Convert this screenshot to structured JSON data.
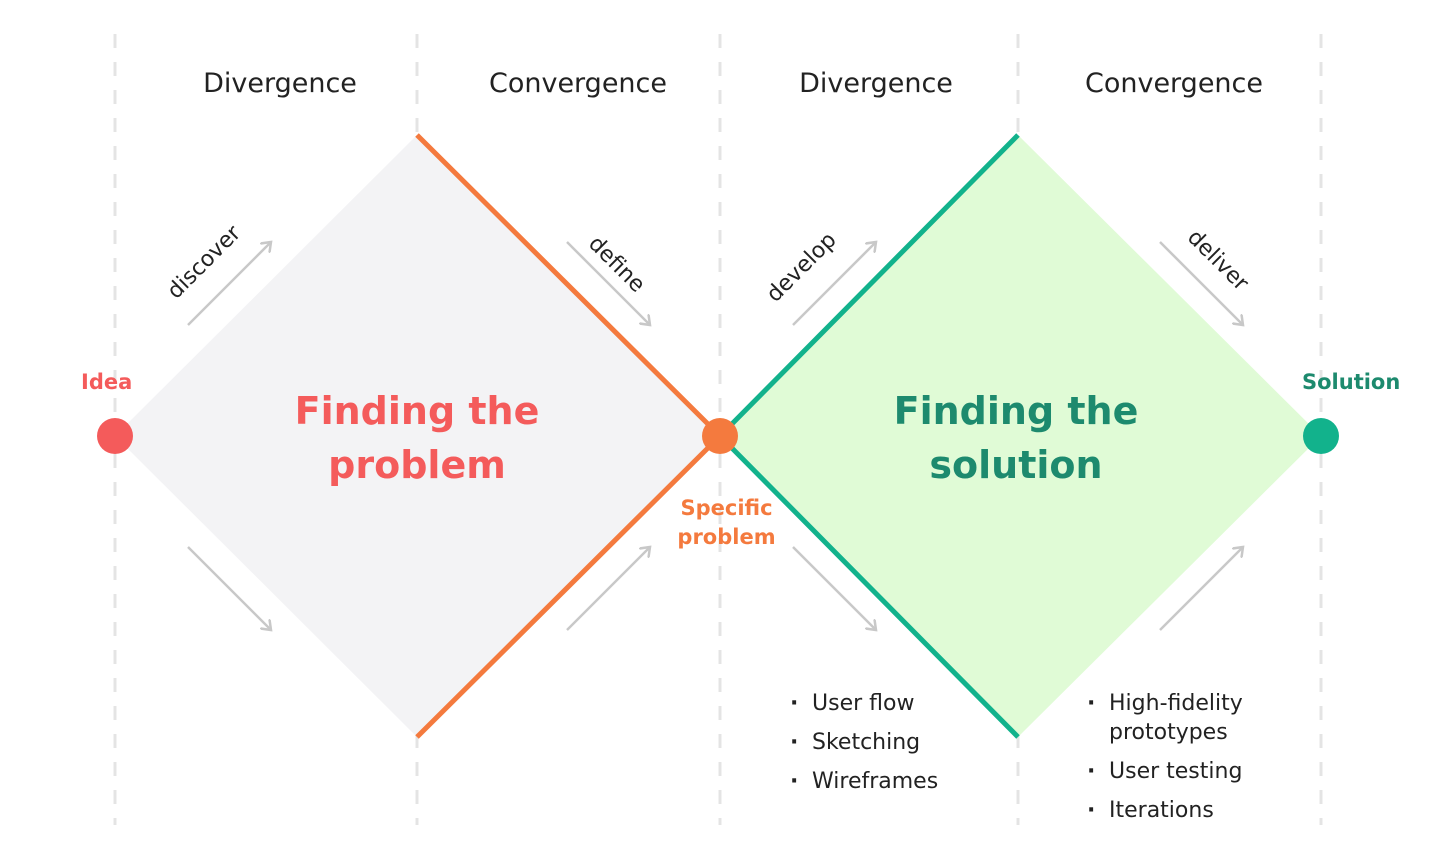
{
  "phases": [
    "Divergence",
    "Convergence",
    "Divergence",
    "Convergence"
  ],
  "steps": [
    "discover",
    "define",
    "develop",
    "deliver"
  ],
  "endpoints": {
    "start": "Idea",
    "middle": [
      "Specific",
      "problem"
    ],
    "end": "Solution"
  },
  "diamonds": {
    "problem": {
      "line1": "Finding the",
      "line2": "problem"
    },
    "solution": {
      "line1": "Finding the",
      "line2": "solution"
    }
  },
  "lists": {
    "develop": [
      "User flow",
      "Sketching",
      "Wireframes"
    ],
    "deliver": [
      "High-fidelity prototypes",
      "User testing",
      "Iterations"
    ]
  },
  "colors": {
    "idea": "#f45b5b",
    "specific": "#f47a3e",
    "solution": "#12b28c",
    "solution_text": "#1d8a6e",
    "problem_fill": "#f3f3f5",
    "solution_fill": "#e0fbd6",
    "arrow": "#c8c8c8",
    "guide": "#e4e4e4"
  },
  "icons": [
    "arrow-up-right-icon",
    "arrow-down-right-icon"
  ]
}
